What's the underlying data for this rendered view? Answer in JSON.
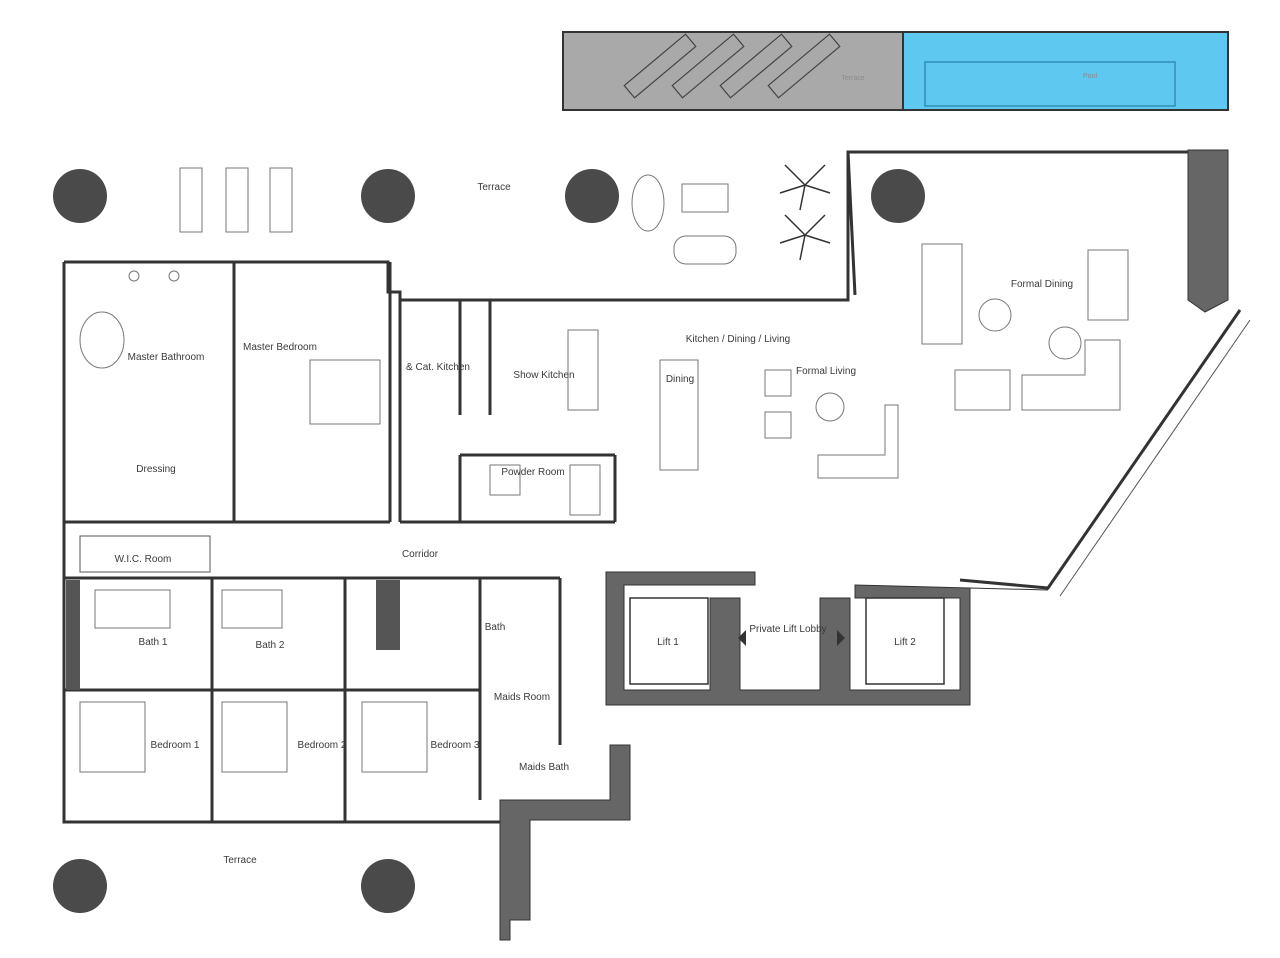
{
  "plan": {
    "rooms": {
      "terrace_top": {
        "name": "Terrace",
        "area": ""
      },
      "master_bathroom": {
        "name": "Master Bathroom",
        "area": ""
      },
      "master_bedroom": {
        "name": "Master Bedroom",
        "area": ""
      },
      "dressing": {
        "name": "Dressing",
        "area": ""
      },
      "kitchen": {
        "name": "& Cat. Kitchen",
        "area": ""
      },
      "show_kitchen": {
        "name": "Show Kitchen",
        "area": ""
      },
      "kitchen_dining": {
        "name": "Kitchen / Dining / Living",
        "area": ""
      },
      "dining": {
        "name": "Dining",
        "area": ""
      },
      "formal_living": {
        "name": "Formal Living",
        "area": ""
      },
      "formal_dining": {
        "name": "Formal Dining",
        "area": ""
      },
      "powder_room": {
        "name": "Powder Room",
        "area": ""
      },
      "wc_room": {
        "name": "W.I.C. Room",
        "area": ""
      },
      "corridor": {
        "name": "Corridor",
        "area": ""
      },
      "bath1": {
        "name": "Bath 1",
        "area": ""
      },
      "bath2": {
        "name": "Bath 2",
        "area": ""
      },
      "bath3": {
        "name": "Bath",
        "area": ""
      },
      "maids_room": {
        "name": "Maids Room",
        "area": ""
      },
      "maids_bath": {
        "name": "Maids Bath",
        "area": ""
      },
      "bedroom1": {
        "name": "Bedroom 1",
        "area": ""
      },
      "bedroom2": {
        "name": "Bedroom 2",
        "area": ""
      },
      "bedroom3": {
        "name": "Bedroom 3",
        "area": ""
      },
      "terrace_bottom": {
        "name": "Terrace",
        "area": ""
      },
      "private_lift_lobby": {
        "name": "Private Lift Lobby",
        "area": ""
      },
      "lift1": {
        "name": "Lift 1",
        "area": ""
      },
      "lift2": {
        "name": "Lift 2",
        "area": ""
      },
      "pool": {
        "name": "Pool",
        "area": ""
      }
    },
    "colors": {
      "wall": "#333333",
      "pool": "#5ec8f0",
      "deck": "#a9a9a9",
      "column": "#4a4a4a"
    }
  }
}
